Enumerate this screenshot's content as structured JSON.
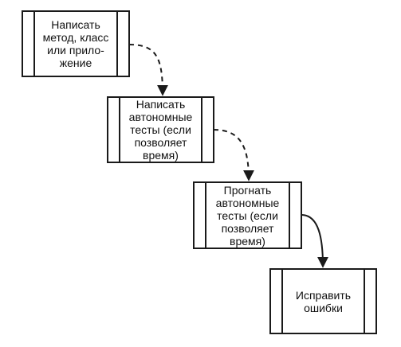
{
  "diagram": {
    "steps": [
      {
        "label": "Написать\nметод, класс\nили прило-\nжение"
      },
      {
        "label": "Написать\nавтономные\nтесты (если\nпозволяет\nвремя)"
      },
      {
        "label": "Прогнать\nавтономные\nтесты (если\nпозволяет\nвремя)"
      },
      {
        "label": "Исправить\nошибки"
      }
    ],
    "connectors": [
      {
        "from": "step-1",
        "to": "step-2",
        "style": "dashed"
      },
      {
        "from": "step-2",
        "to": "step-3",
        "style": "dashed"
      },
      {
        "from": "step-3",
        "to": "step-4",
        "style": "solid"
      }
    ]
  }
}
